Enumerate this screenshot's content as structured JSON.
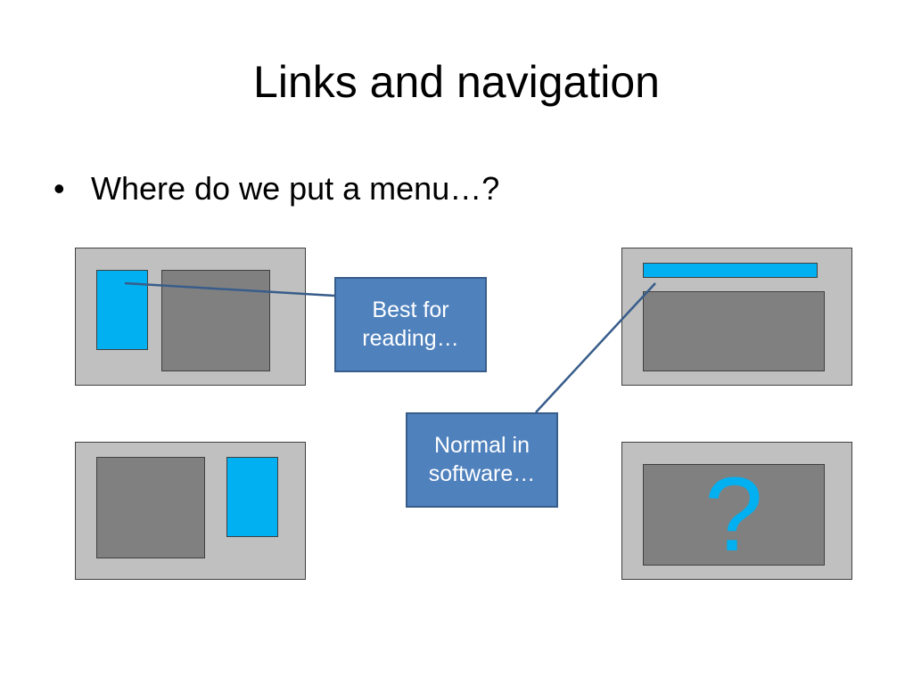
{
  "slide": {
    "title": "Links and navigation",
    "bullet_symbol": "•",
    "bullet_text": "Where do we put a menu…?"
  },
  "callouts": {
    "best_for_reading": {
      "line1": "Best for",
      "line2": "reading…"
    },
    "normal_in_software": {
      "line1": "Normal in",
      "line2": "software…"
    }
  },
  "question_panel": {
    "symbol": "?"
  },
  "colors": {
    "panel": "#c0c0c0",
    "content": "#808080",
    "menu": "#00b0f0",
    "callout": "#4f81bd",
    "connector": "#385d8a"
  }
}
